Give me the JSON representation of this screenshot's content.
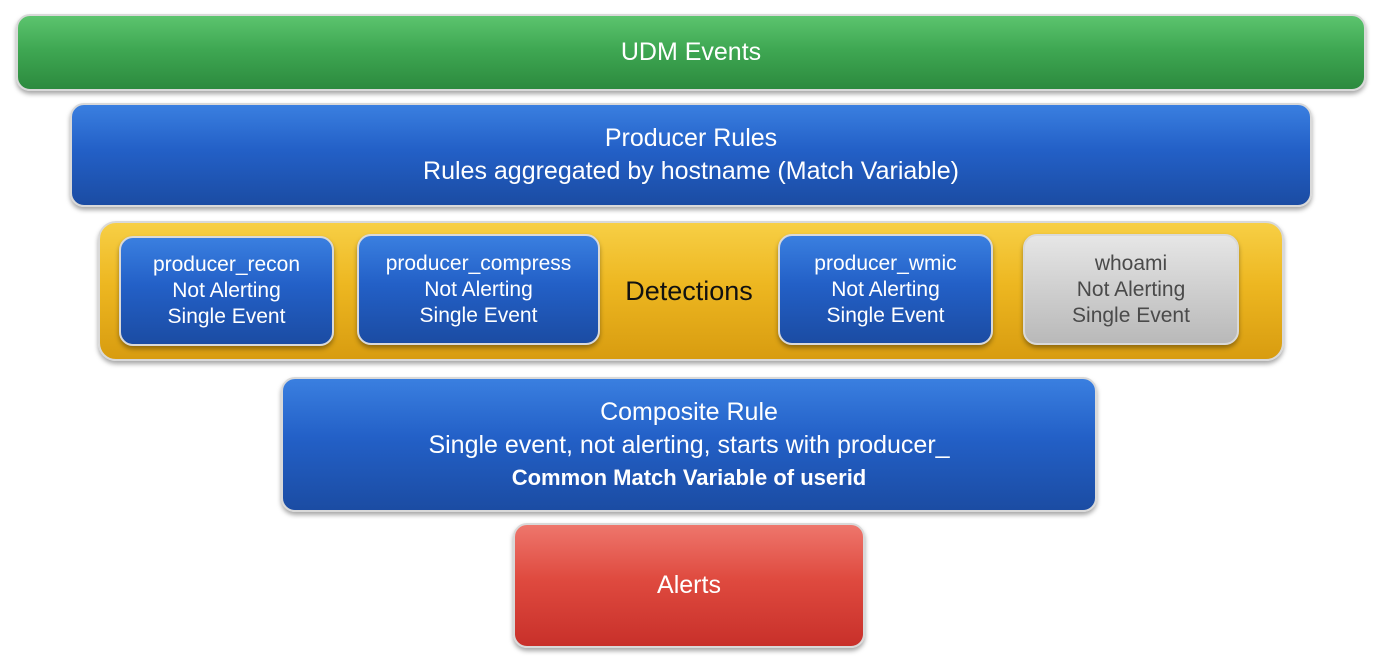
{
  "udm_events": {
    "label": "UDM Events"
  },
  "producer_rules": {
    "title": "Producer Rules",
    "subtitle": "Rules aggregated by hostname (Match Variable)"
  },
  "detections": {
    "label": "Detections",
    "items": [
      {
        "name": "producer_recon",
        "status": "Not Alerting",
        "type": "Single Event"
      },
      {
        "name": "producer_compress",
        "status": "Not Alerting",
        "type": "Single Event"
      },
      {
        "name": "producer_wmic",
        "status": "Not Alerting",
        "type": "Single Event"
      },
      {
        "name": "whoami",
        "status": "Not Alerting",
        "type": "Single Event"
      }
    ]
  },
  "composite_rule": {
    "title": "Composite Rule",
    "line1": "Single event, not alerting, starts with producer_",
    "line2": "Common Match Variable of userid"
  },
  "alerts": {
    "label": "Alerts"
  },
  "colors": {
    "udm": "#3fa853",
    "producer": "#2360c7",
    "detections": "#edb721",
    "excluded_detection": "#cfcfcf",
    "alerts": "#df4a3f"
  }
}
